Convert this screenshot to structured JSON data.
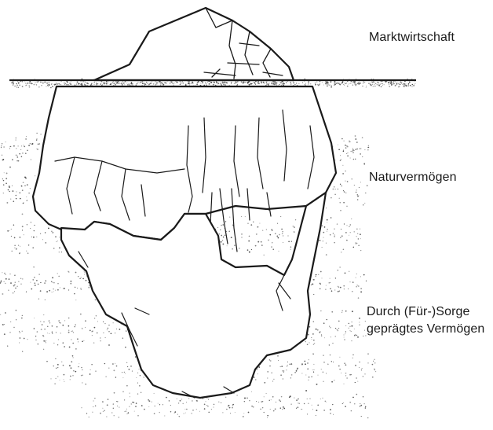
{
  "diagram": {
    "labels": {
      "market": "Marktwirtschaft",
      "nature": "Naturvermögen",
      "care_line1": "Durch (Für-)Sorge",
      "care_line2": "geprägtes Vermögen"
    },
    "colors": {
      "ink": "#1a1a1a",
      "background": "#ffffff",
      "stipple": "#3a3a3a"
    }
  }
}
